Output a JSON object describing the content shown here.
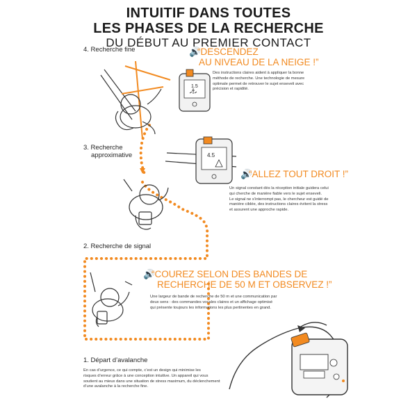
{
  "title": {
    "line1": "INTUITIF DANS TOUTES",
    "line2": "LES PHASES DE LA RECHERCHE",
    "line3": "DU DÉBUT AU PREMIER CONTACT"
  },
  "steps": [
    {
      "label": "4. Recherche fine",
      "quote": [
        "“DESCENDEZ",
        "AU NIVEAU DE LA NEIGE !”"
      ],
      "description": [
        "Des instructions claires aident à appliquer la bonne",
        "méthode de recherche. Une technologie de mesure",
        "optimale permet de retrouver le sujet enseveli avec",
        "précision et rapidité."
      ],
      "device_reading": "1.5"
    },
    {
      "label": [
        "3. Recherche",
        "approximative"
      ],
      "quote": [
        "“ALLEZ TOUT DROIT !”"
      ],
      "description": [
        "Un signal constant dès la réception initiale guidera celui",
        "qui cherche de manière fiable vers le sujet enseveli.",
        "Le signal ne s’interrompt pas, le chercheur est guidé de",
        "manière ciblée, des instructions claires évitent la stress",
        "et assurent une approche rapide."
      ],
      "device_reading": "4.5"
    },
    {
      "label": "2. Recherche de signal",
      "quote": [
        "“COUREZ SELON DES BANDES DE",
        "RECHERCHE DE 50 M ET OBSERVEZ !”"
      ],
      "description": [
        "Une largeur de bande de recherche de 50 m et une communication par",
        "deux sens : des commandes vocales claires et un affichage optimisé",
        "qui présente toujours les informations les plus pertinentes en grand."
      ]
    },
    {
      "label": "1. Départ d’avalanche",
      "description": [
        "En cas d’urgence, ce qui compte, c’est un design qui minimise les",
        "risques d’erreur grâce à une conception intuitive. Un appareil qui vous",
        "soutient au mieux dans une situation de stress maximum, du déclenchement",
        "d’une avalanche à la recherche fine."
      ]
    }
  ],
  "colors": {
    "accent": "#f28a20",
    "text": "#1a1a1a",
    "line": "#333333"
  },
  "icons": {
    "quote": "speaker-icon"
  }
}
